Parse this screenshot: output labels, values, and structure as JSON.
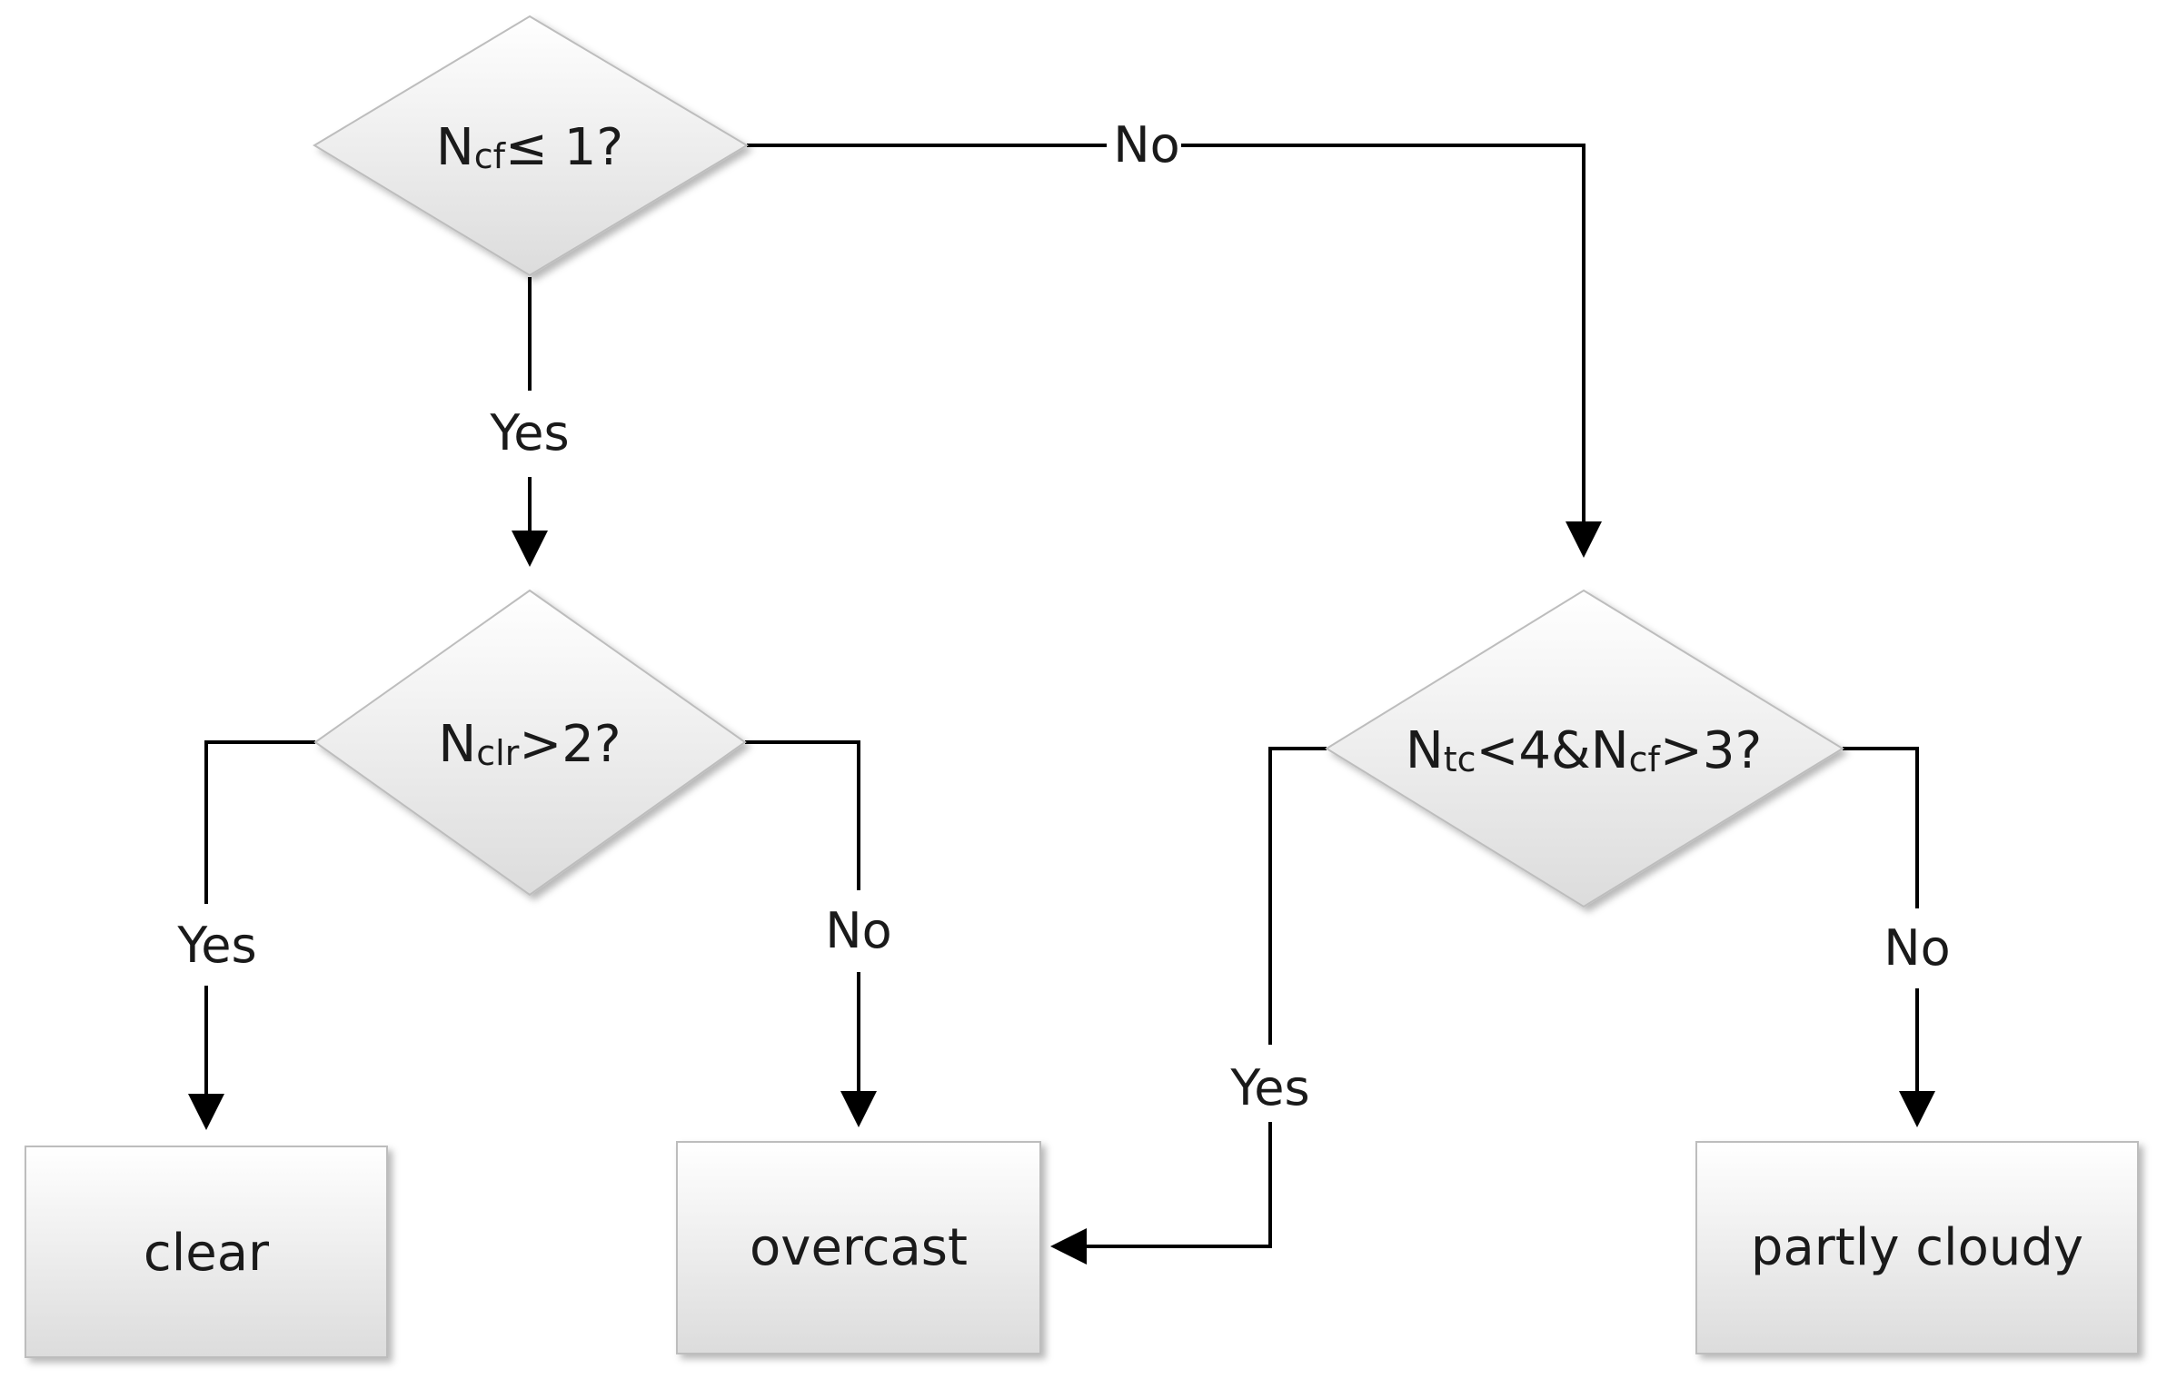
{
  "nodes": {
    "d1": {
      "prefix": "N",
      "sub": "cf",
      "suffix": "≤ 1?"
    },
    "d2": {
      "prefix": "N",
      "sub": "clr",
      "suffix": ">2?"
    },
    "d3": {
      "p1": "N",
      "s1": "tc",
      "mid": "<4&",
      "p2": "N",
      "s2": "cf",
      "suffix": ">3?"
    },
    "clear": "clear",
    "overcast": "overcast",
    "partly_cloudy": "partly cloudy"
  },
  "edges": {
    "d1_no": "No",
    "d1_yes": "Yes",
    "d2_yes": "Yes",
    "d2_no": "No",
    "d3_yes": "Yes",
    "d3_no": "No"
  },
  "colors": {
    "line": "#000000",
    "shape_border": "#bdbdbd",
    "gradient_top": "#ffffff",
    "gradient_bottom": "#dedede",
    "text": "#1a1a1a"
  }
}
